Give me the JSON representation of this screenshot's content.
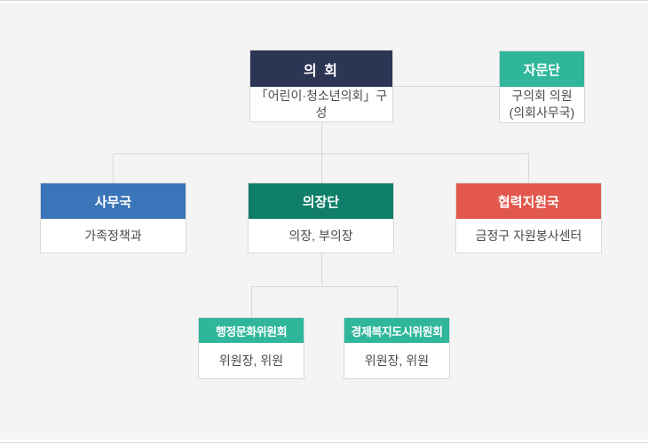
{
  "page": {
    "background_color": "#f4f4f5",
    "connector_color": "#d9d9d9",
    "node_border_color": "#d9d9d9",
    "body_text_color": "#4a4a4a"
  },
  "org_chart": {
    "nodes": [
      {
        "id": "council",
        "title": "의 회",
        "body": "「어린이·청소년의회」구성",
        "header_color": "#2c3554"
      },
      {
        "id": "advisory-group",
        "title": "자문단",
        "body": "구의회 의원\n(의회사무국)",
        "header_color": "#2fb69b"
      },
      {
        "id": "secretariat",
        "title": "사무국",
        "body": "가족정책과",
        "header_color": "#3b75b9"
      },
      {
        "id": "chair-group",
        "title": "의장단",
        "body": "의장, 부의장",
        "header_color": "#0f7f69"
      },
      {
        "id": "cooperation-bureau",
        "title": "협력지원국",
        "body": "금정구 자원봉사센터",
        "header_color": "#e2584c"
      },
      {
        "id": "admin-culture-committee",
        "title": "행정문화위원회",
        "body": "위원장, 위원",
        "header_color": "#2fb69b"
      },
      {
        "id": "economy-welfare-city-committee",
        "title": "경제복지도시위원회",
        "body": "위원장, 위원",
        "header_color": "#2fb69b"
      }
    ]
  }
}
